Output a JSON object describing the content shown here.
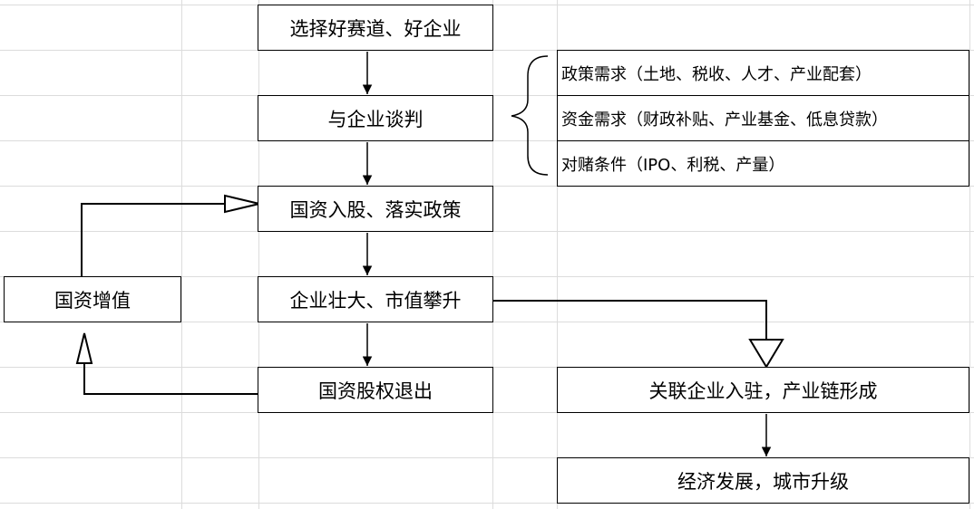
{
  "diagram": {
    "steps": {
      "select": "选择好赛道、好企业",
      "negotiate": "与企业谈判",
      "invest": "国资入股、落实政策",
      "grow": "企业壮大、市值攀升",
      "exit": "国资股权退出"
    },
    "appreciation": "国资增值",
    "requirements": [
      "政策需求（土地、税收、人才、产业配套）",
      "资金需求（财政补贴、产业基金、低息贷款）",
      "对赌条件（IPO、利税、产量）"
    ],
    "chain": "关联企业入驻，产业链形成",
    "outcome": "经济发展，城市升级"
  }
}
